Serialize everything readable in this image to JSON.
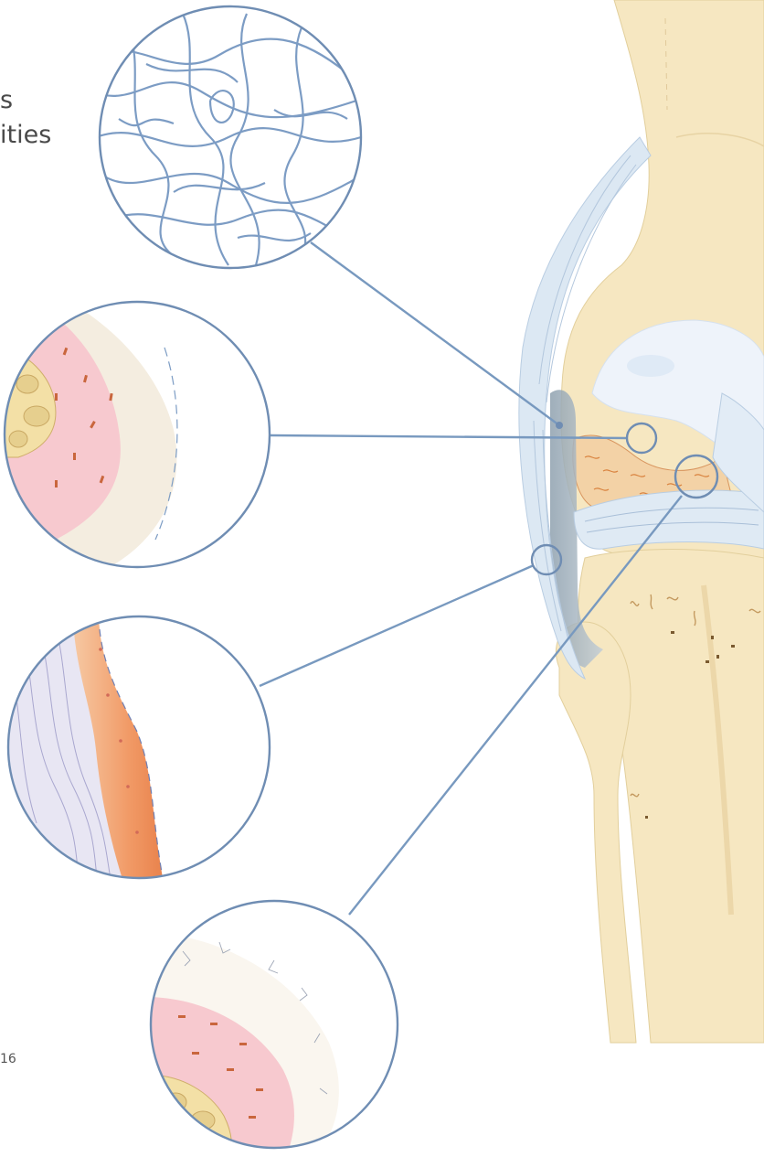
{
  "text": {
    "fragment_line1": "s",
    "fragment_line2": "ities",
    "page_number": "16"
  },
  "colors": {
    "bone": "#f6e7c1",
    "bone_shade": "#ecd6a6",
    "cartilage": "#eef3fa",
    "ligament": "#dce8f3",
    "outline": "#6f8db3",
    "callout_line": "#7899bf",
    "synovium": "#f0a070",
    "pink_tissue": "#f7c9cf",
    "fiber": "#7c9cc4",
    "joint_shadow": "#9fb0be"
  },
  "callouts": [
    "fibrous-tissue-detail",
    "articular-cartilage-detail",
    "synovial-membrane-detail",
    "cartilage-bone-detail"
  ]
}
